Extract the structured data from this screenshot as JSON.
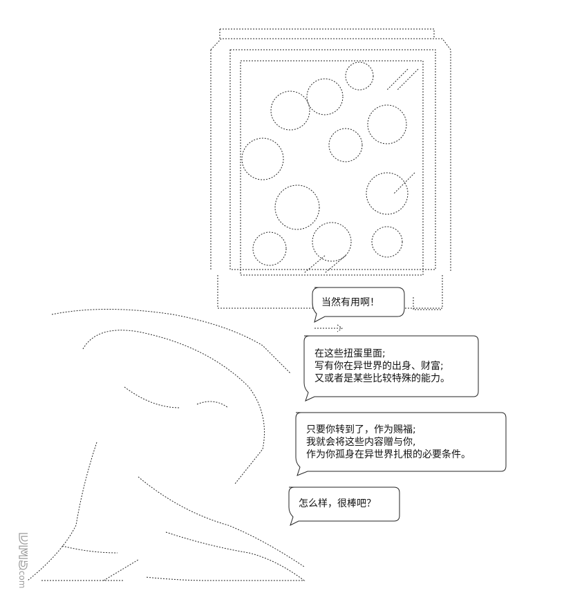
{
  "bubbles": {
    "b1": {
      "line1": "当然有用啊！"
    },
    "b2": {
      "line1": "在这些扭蛋里面;",
      "line2": "写有你在异世界的出身、财富;",
      "line3": "又或者是某些比较特殊的能力。"
    },
    "b3": {
      "line1": "只要你转到了，作为赐福;",
      "line2": "我就会将这些内容赠与你,",
      "line3": "作为你孤身在异世界扎根的必要条件。"
    },
    "b4": {
      "line1": "怎么样，很棒吧？"
    }
  },
  "watermark": {
    "text": "DM5.com"
  },
  "colors": {
    "ink": "#111111",
    "paper": "#ffffff",
    "watermark": "#9a9a9a"
  }
}
